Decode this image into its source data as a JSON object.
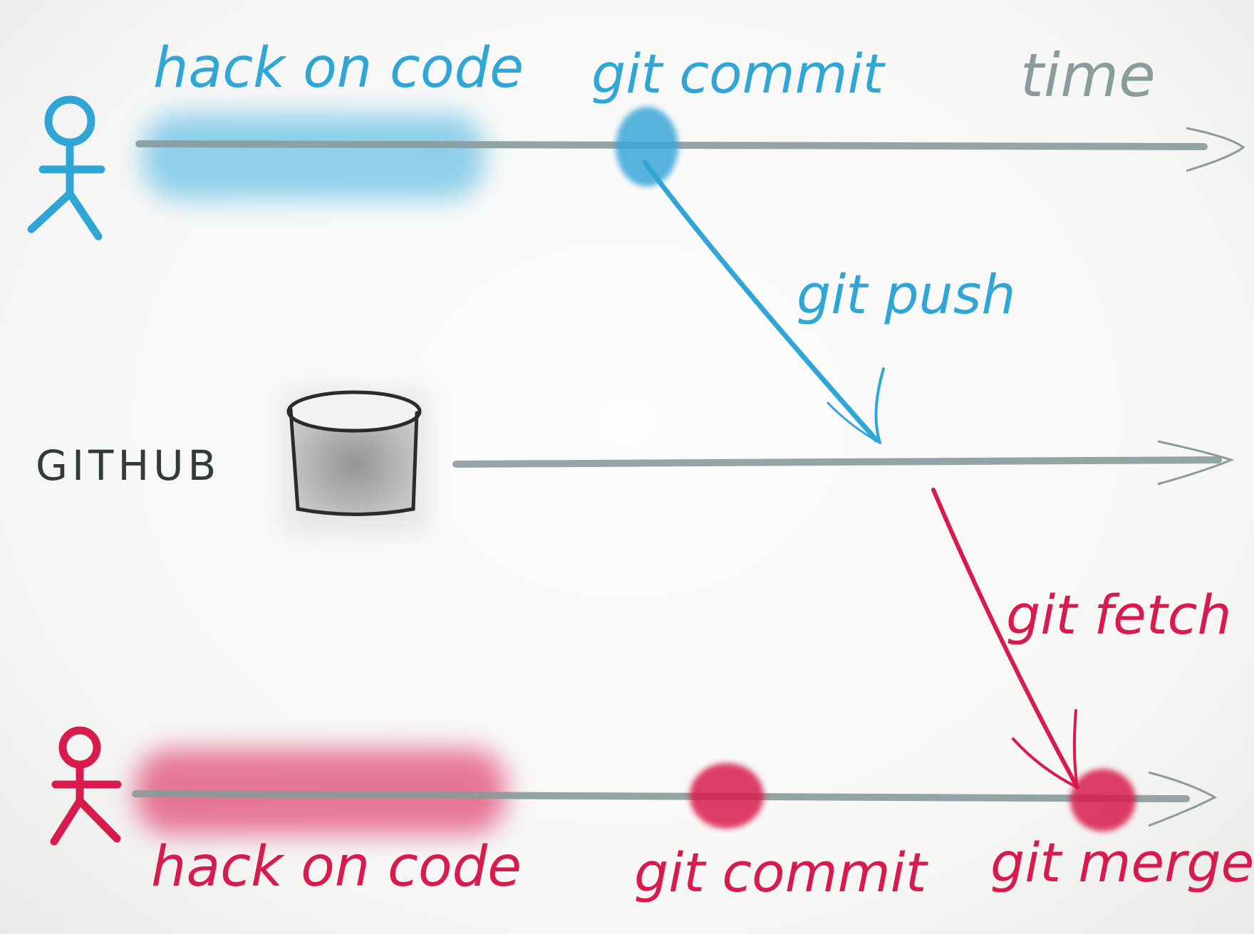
{
  "labels": {
    "time": "time",
    "top_hack": "hack on code",
    "top_commit": "git commit",
    "push": "git push",
    "github": "GITHUB",
    "fetch": "git fetch",
    "bottom_hack": "hack on code",
    "bottom_commit": "git commit",
    "merge": "git merge"
  },
  "colors": {
    "blue": "#2fa6d6",
    "red": "#d81b4e",
    "timeline": "#8a9b9b",
    "github_text": "#333a3a",
    "bucket": "#9a9a9a"
  },
  "icons": [
    "stick-figure-icon",
    "bucket-repository-icon",
    "arrow-icon"
  ]
}
